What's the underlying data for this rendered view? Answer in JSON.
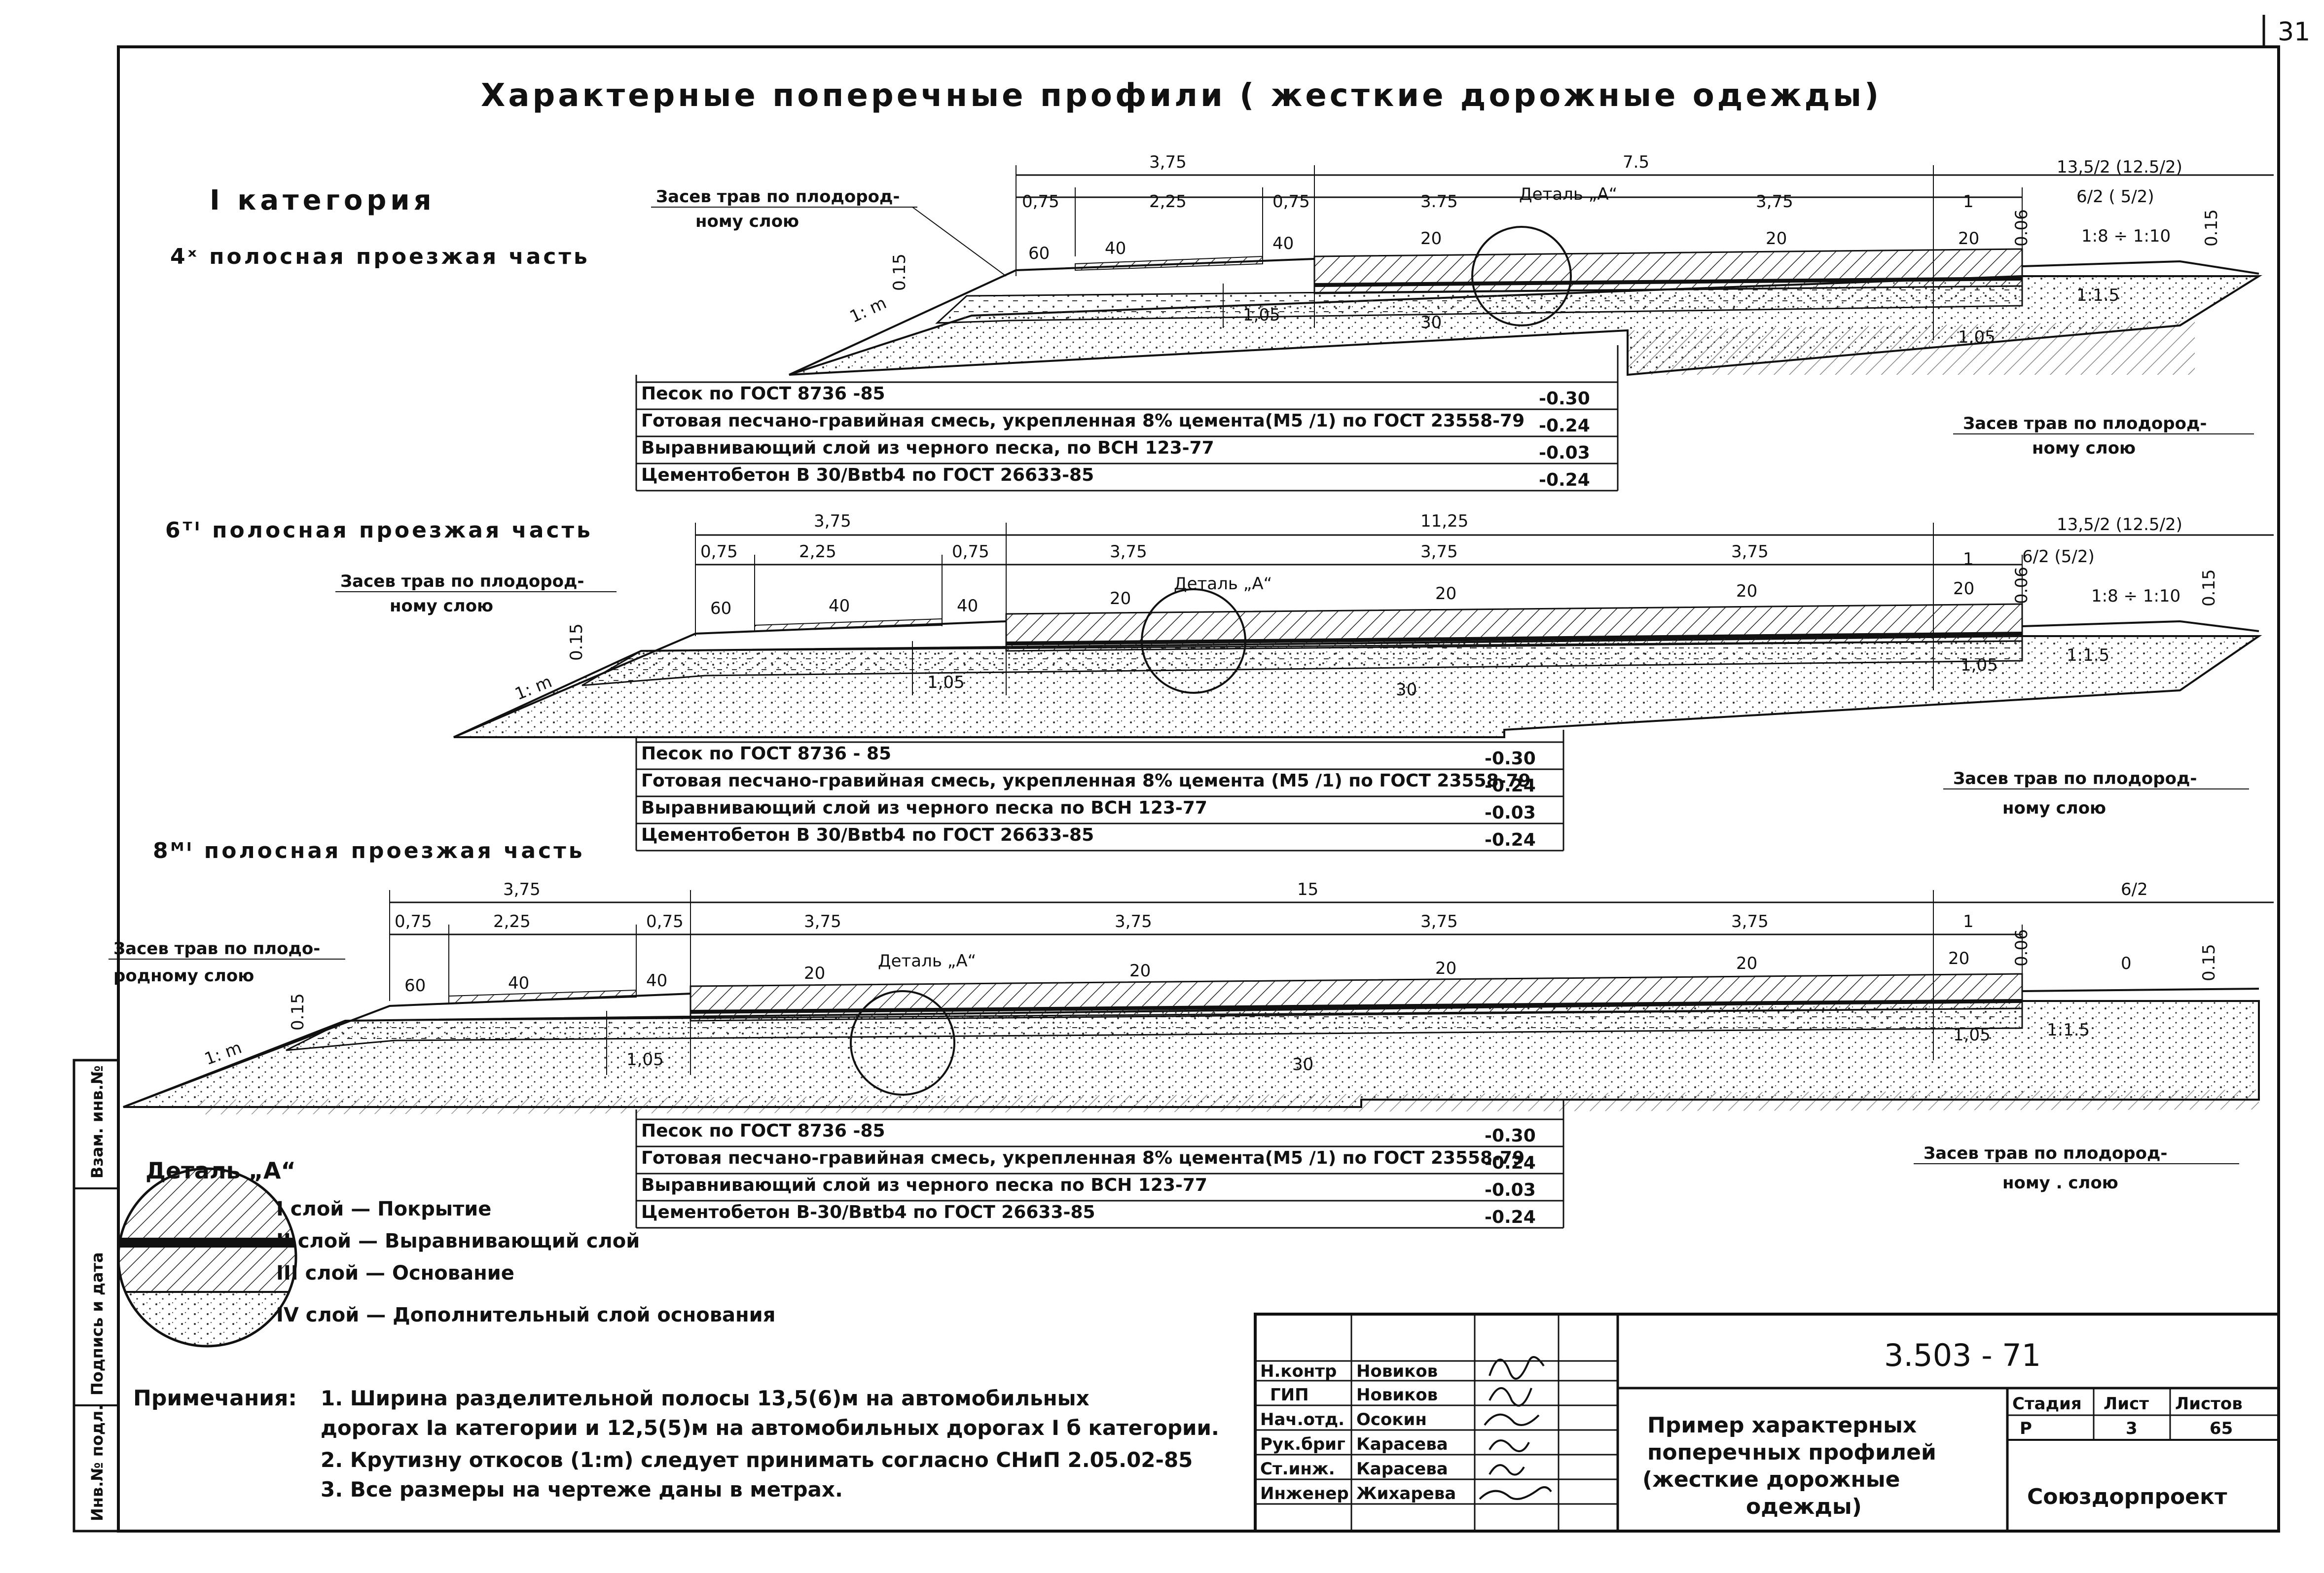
{
  "sheet_number": "31",
  "title": "Характерные поперечные профили ( жесткие дорожные одежды)",
  "category": "I категория",
  "profiles": [
    {
      "heading": "4ˣ полосная проезжая часть",
      "top_dims": [
        "3,75",
        "7.5",
        "13,5/2 (12.5/2)"
      ],
      "sub_dims": [
        "0,75",
        "2,25",
        "0,75",
        "3.75",
        "3,75",
        "1",
        "6/2 ( 5/2)"
      ],
      "slopes": [
        "60",
        "40",
        "40",
        "20",
        "20",
        "20",
        "30",
        "1:8 ÷ 1:10",
        "1:1.5"
      ],
      "depth_labels": [
        "0.15",
        "0.06",
        "0.15",
        "1,05",
        "1,05"
      ],
      "side_slope": "1: m",
      "detail_label": "Деталь „А“",
      "grass_left": [
        "Засев трав по плодород-",
        "ному слою"
      ],
      "grass_right": [
        "Засев трав по плодород-",
        "ному слою"
      ],
      "layers": [
        {
          "name": "Песок по ГОСТ 8736 -85",
          "value": "-0.30"
        },
        {
          "name": "Готовая песчано-гравийная смесь, укрепленная 8% цемента(М5 /1) по ГОСТ 23558-79",
          "value": "-0.24"
        },
        {
          "name": "Выравнивающий слой из черного песка, по ВСН 123-77",
          "value": "-0.03"
        },
        {
          "name": "Цементобетон В 30/Bвtb4 по ГОСТ 26633-85",
          "value": "-0.24"
        }
      ]
    },
    {
      "heading": "6ᵀᴵ полосная проезжая часть",
      "top_dims": [
        "3,75",
        "11,25",
        "13,5/2 (12.5/2)"
      ],
      "sub_dims": [
        "0,75",
        "2,25",
        "0,75",
        "3,75",
        "3,75",
        "3,75",
        "1",
        "6/2 (5/2)"
      ],
      "slopes": [
        "60",
        "40",
        "40",
        "20",
        "20",
        "20",
        "20",
        "30",
        "1:8 ÷ 1:10",
        "1:1.5"
      ],
      "depth_labels": [
        "0.15",
        "0.06",
        "0.15",
        "1,05",
        "1,05"
      ],
      "side_slope": "1: m",
      "detail_label": "Деталь „А“",
      "grass_left": [
        "Засев трав по плодород-",
        "ному слою"
      ],
      "grass_right": [
        "Засев трав по плодород-",
        "ному слою"
      ],
      "layers": [
        {
          "name": "Песок по ГОСТ 8736 - 85",
          "value": "-0.30"
        },
        {
          "name": "Готовая песчано-гравийная смесь, укрепленная 8% цемента (М5 /1) по ГОСТ 23558-79",
          "value": "-0.24"
        },
        {
          "name": "Выравнивающий слой из черного песка по ВСН 123-77",
          "value": "-0.03"
        },
        {
          "name": "Цементобетон В 30/Bвtb4 по ГОСТ 26633-85",
          "value": "-0.24"
        }
      ]
    },
    {
      "heading": "8ᴹᴵ полосная проезжая часть",
      "top_dims": [
        "3,75",
        "15",
        "6/2"
      ],
      "sub_dims": [
        "0,75",
        "2,25",
        "0,75",
        "3,75",
        "3,75",
        "3,75",
        "3,75",
        "1"
      ],
      "slopes": [
        "60",
        "40",
        "40",
        "20",
        "20",
        "20",
        "20",
        "20",
        "0",
        "30",
        "1:1.5"
      ],
      "depth_labels": [
        "0.15",
        "0.06",
        "0.15",
        "1,05",
        "1,05"
      ],
      "side_slope": "1: m",
      "detail_label": "Деталь „А“",
      "grass_left": [
        "Засев трав по плодо-",
        "родному слою"
      ],
      "grass_right": [
        "Засев трав по плодород-",
        "ному . слою"
      ],
      "layers": [
        {
          "name": "Песок по ГОСТ 8736 -85",
          "value": "-0.30"
        },
        {
          "name": "Готовая песчано-гравийная смесь, укрепленная 8% цемента(М5 /1) по ГОСТ 23558-79",
          "value": "-0.24"
        },
        {
          "name": "Выравнивающий слой из черного песка по ВСН 123-77",
          "value": "-0.03"
        },
        {
          "name": "Цементобетон В-30/Bвtb4 по ГОСТ 26633-85",
          "value": "-0.24"
        }
      ]
    }
  ],
  "detail": {
    "title": "Деталь „А“",
    "layers": [
      "I слой — Покрытие",
      "II слой — Выравнивающий слой",
      "III слой — Основание",
      "IV слой — Дополнительный слой основания"
    ]
  },
  "notes": {
    "label": "Примечания:",
    "items": [
      "1. Ширина разделительной полосы 13,5(6)м на автомобильных",
      "дорогах Iа категории и 12,5(5)м на автомобильных дорогах I б категории.",
      "2. Крутизну откосов (1:m) следует принимать согласно СНиП 2.05.02-85",
      "3. Все размеры на чертеже даны в метрах."
    ]
  },
  "side_stamp": [
    "Инв.№ подл.",
    "Подпись и дата",
    "Взам. инв.№"
  ],
  "title_block": {
    "doc_number": "3.503 - 71",
    "signatures": [
      {
        "role": "Н.контр",
        "name": "Новиков"
      },
      {
        "role": "ГИП",
        "name": "Новиков"
      },
      {
        "role": "Нач.отд.",
        "name": "Осокин"
      },
      {
        "role": "Рук.бриг",
        "name": "Карасева"
      },
      {
        "role": "Ст.инж.",
        "name": "Карасева"
      },
      {
        "role": "Инженер",
        "name": "Жихарева"
      }
    ],
    "sheet_title": [
      "Пример характерных",
      "поперечных профилей",
      "(жесткие дорожные",
      "одежды)"
    ],
    "stage_header": "Стадия",
    "sheet_header": "Лист",
    "sheets_header": "Листов",
    "stage": "Р",
    "sheet": "3",
    "sheets": "65",
    "organization": "Союздорпроект"
  }
}
